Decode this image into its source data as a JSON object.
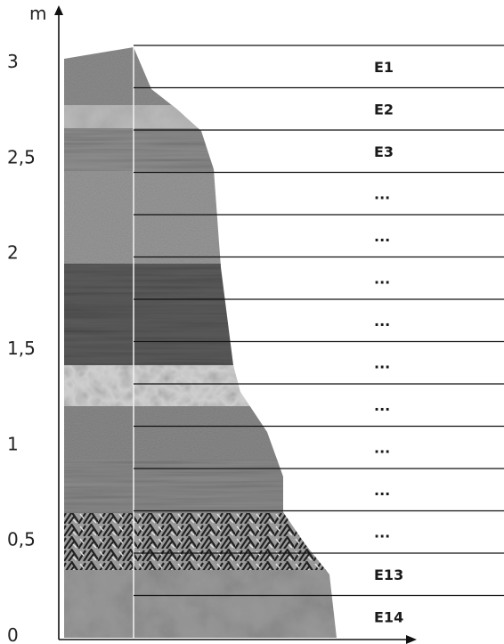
{
  "axis": {
    "unit": "m",
    "ticks": [
      {
        "label": "0",
        "value": 0
      },
      {
        "label": "0,5",
        "value": 0.5
      },
      {
        "label": "1",
        "value": 1
      },
      {
        "label": "1,5",
        "value": 1.5
      },
      {
        "label": "2",
        "value": 2
      },
      {
        "label": "2,5",
        "value": 2.5
      },
      {
        "label": "3",
        "value": 3
      }
    ]
  },
  "layers": [
    {
      "label": "E1"
    },
    {
      "label": "E2"
    },
    {
      "label": "E3"
    },
    {
      "label": "..."
    },
    {
      "label": "..."
    },
    {
      "label": "..."
    },
    {
      "label": "..."
    },
    {
      "label": "..."
    },
    {
      "label": "..."
    },
    {
      "label": "..."
    },
    {
      "label": "..."
    },
    {
      "label": "..."
    },
    {
      "label": "E13"
    },
    {
      "label": "E14"
    }
  ],
  "rock_units": [
    {
      "texture": "speckled",
      "shade": "#8e8e8e"
    },
    {
      "texture": "crystalline",
      "shade": "#bdbdbd"
    },
    {
      "texture": "laminated",
      "shade": "#8f8f8f"
    },
    {
      "texture": "speckled",
      "shade": "#9a9a9a"
    },
    {
      "texture": "laminated-dark",
      "shade": "#5c5c5c"
    },
    {
      "texture": "blotchy-light",
      "shade": "#cfcfcf"
    },
    {
      "texture": "speckled",
      "shade": "#8a8a8a"
    },
    {
      "texture": "laminated",
      "shade": "#8b8b8b"
    },
    {
      "texture": "herringbone",
      "shade": "#8a8a8a"
    },
    {
      "texture": "mottled",
      "shade": "#9a9a9a"
    }
  ]
}
